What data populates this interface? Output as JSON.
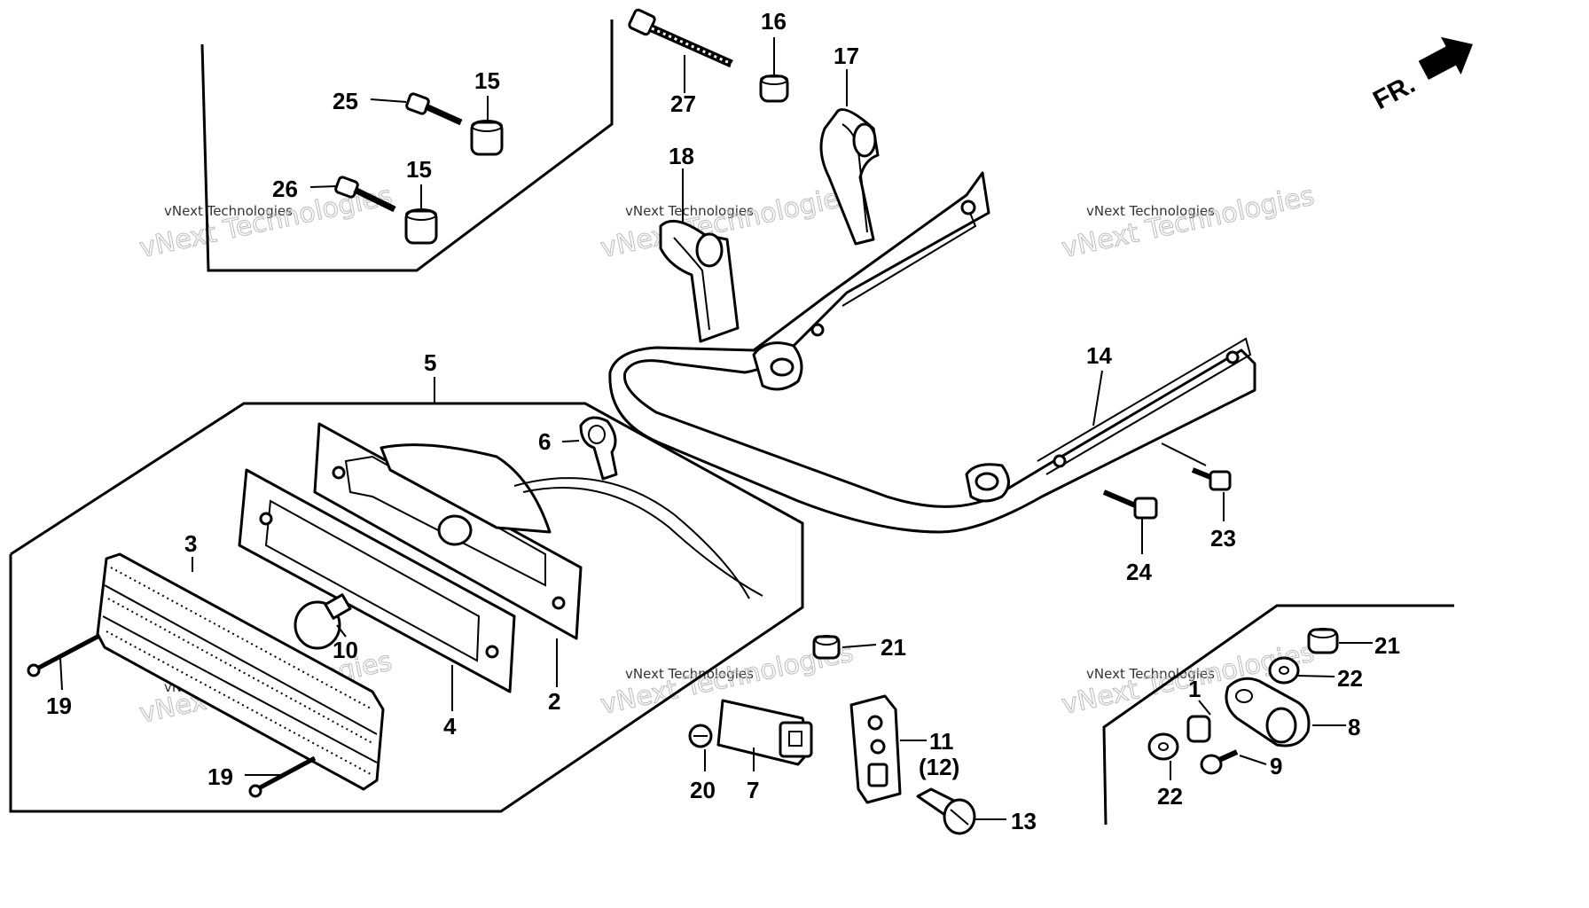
{
  "diagram": {
    "direction_label": "FR.",
    "watermark_text": "vNext Technologies",
    "callouts": [
      "1",
      "2",
      "3",
      "4",
      "5",
      "6",
      "7",
      "8",
      "9",
      "10",
      "11",
      "(12)",
      "13",
      "14",
      "15",
      "16",
      "17",
      "18",
      "19",
      "20",
      "21",
      "22",
      "23",
      "24",
      "25",
      "26",
      "27"
    ]
  },
  "labels": {
    "c1": "1",
    "c2": "2",
    "c3": "3",
    "c4": "4",
    "c5": "5",
    "c6": "6",
    "c7": "7",
    "c8": "8",
    "c9": "9",
    "c10": "10",
    "c11": "11",
    "c12": "(12)",
    "c13": "13",
    "c14": "14",
    "c15a": "15",
    "c15b": "15",
    "c16": "16",
    "c17": "17",
    "c18": "18",
    "c19a": "19",
    "c19b": "19",
    "c20": "20",
    "c21a": "21",
    "c21b": "21",
    "c22a": "22",
    "c22b": "22",
    "c23": "23",
    "c24": "24",
    "c25": "25",
    "c26": "26",
    "c27": "27"
  }
}
